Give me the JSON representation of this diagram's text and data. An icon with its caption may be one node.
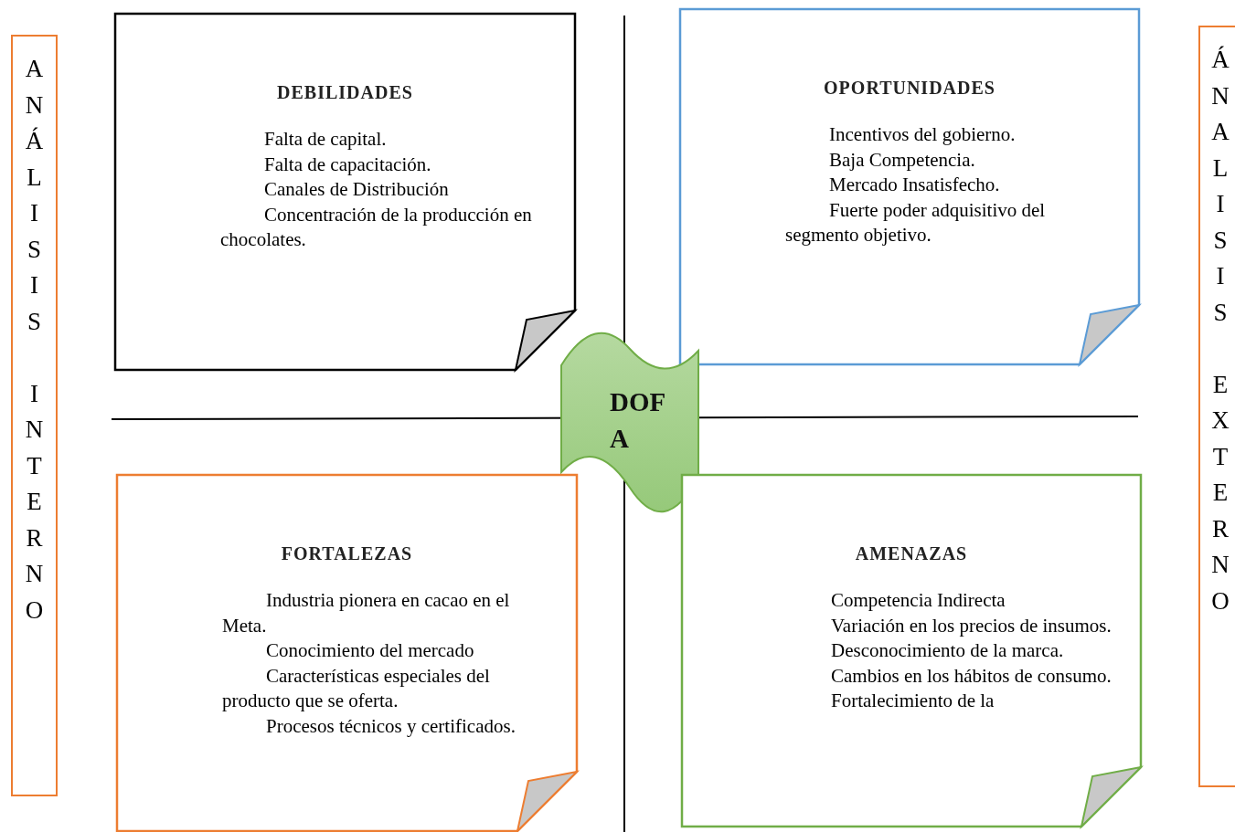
{
  "diagram": {
    "nodes": [
      {
        "text": [
          "ANÁLISIS INTERNO"
        ]
      },
      {
        "text": [
          "DEBILIDADES",
          "Falta de capital.",
          "Falta de capacitación.",
          "Canales de Distribución",
          "Concentración de la producción en chocolates."
        ]
      },
      {
        "text": [
          "OPORTUNIDADES",
          "Incentivos del gobierno.",
          "Baja Competencia.",
          "Mercado Insatisfecho.",
          "Fuerte poder adquisitivo del segmento objetivo."
        ]
      },
      {
        "text": [
          "DOFA"
        ]
      },
      {
        "text": [
          "FORTALEZAS",
          "Industria pionera en cacao en el Meta.",
          "Conocimiento del mercado",
          "Características especiales del producto que se oferta.",
          "Procesos técnicos y certificados."
        ]
      },
      {
        "text": [
          "AMENAZAS",
          "Competencia Indirecta",
          "Variación en los precios de insumos.",
          "Desconocimiento de la marca.",
          "Cambios en los hábitos de consumo.",
          "Fortalecimiento de la"
        ]
      },
      {
        "text": [
          "ÁNALISIS EXTERNO"
        ]
      }
    ],
    "edges": []
  }
}
